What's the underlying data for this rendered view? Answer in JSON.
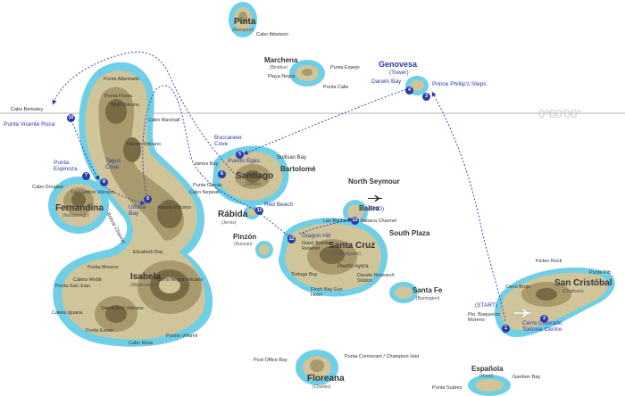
{
  "equator_label": "0º00'00\"",
  "islands": {
    "pinta": {
      "name": "Pinta",
      "alt": "(Abingdon)"
    },
    "marchena": {
      "name": "Marchena",
      "alt": "(Bindloe)"
    },
    "genovesa": {
      "name": "Genovesa",
      "alt": "(Tower)"
    },
    "fernandina": {
      "name": "Fernandina",
      "alt": "(Narborough)"
    },
    "isabela": {
      "name": "Isabela",
      "alt": "(Albemarle)"
    },
    "santiago": {
      "name": "Santiago",
      "alt": "(James)"
    },
    "rabida": {
      "name": "Rábida",
      "alt": "(Jervis)"
    },
    "pinzon": {
      "name": "Pinzón",
      "alt": "(Duncan)"
    },
    "santa_cruz": {
      "name": "Santa Cruz",
      "alt": "(Indefatigable)"
    },
    "santa_fe": {
      "name": "Santa Fe",
      "alt": "(Barrington)"
    },
    "san_cristobal": {
      "name": "San Cristóbal",
      "alt": "(Chatham)"
    },
    "floreana": {
      "name": "Floreana",
      "alt": "(Charles)"
    },
    "espanola": {
      "name": "Española",
      "alt": "(Hood)"
    },
    "baltra": {
      "name": "Baltra"
    },
    "north_seymour": {
      "name": "North Seymour"
    },
    "bartolome": {
      "name": "Bartolomé"
    }
  },
  "places": {
    "cabo_ibbetson": "Cabo Ibbetson",
    "punta_espejo": "Punta Espejo",
    "playa_negra": "Playa Negra",
    "punta_calle": "Punta Calle",
    "punta_albemarle": "Punta Albemarle",
    "punta_flores": "Punta Flores",
    "wolf_volcano": "Wolf Volcano",
    "cabo_berkeley": "Cabo Berkeley",
    "punta_vicente_roca": "Punta Vicente Roca",
    "cabo_marshall": "Cabo Marshall",
    "darwin_volcano": "Darwin Volcano",
    "cabo_douglas": "Cabo Douglas",
    "la_cumbre_volcano": "La Cumbre Volcano",
    "bolivar_channel": "Bolivar Channel",
    "alcedo_volcano": "Alcedo Volcano",
    "james_bay": "James Bay",
    "sullivan_bay": "Sullivan Bay",
    "punta_garcia": "Punta Garcia",
    "cabo_nepean": "Cabo Nepean",
    "elizabeth_bay": "Elizabeth Bay",
    "punta_moreno": "Punta Moreno",
    "caleta_webb": "Caleta Webb",
    "punta_san_juan": "Punta San Juan",
    "caleta_iguana": "Caleta Iguana",
    "sierra_azul_volcano": "Sierra Azul Volcano",
    "cerro_negra_volcano": "Cerro Negra Volcano",
    "punta_essex": "Punta Essex",
    "cabo_rose": "Cabo Rose",
    "puerto_villamil": "Puerto Villamil",
    "south_plaza": "South Plaza",
    "las_bachas": "Las Bachas",
    "itabaca_channel": "Itabaca Channel",
    "giant_tortoise_reserve": "Giant Tortoise Reserve",
    "puerto_ayora": "Puerto Ayora",
    "tortuga_bay": "Tortuga Bay",
    "darwin_research_station": "Darwin Research Station",
    "finch_bay_eco_hotel": "Finch Bay Eco Hotel",
    "kicker_rock": "Kicker Rock",
    "punta_pitt": "Punta Pitt",
    "cerro_brujo": "Cerro Brujo",
    "pto_baquerizo_moreno": "Pto. Baquerizo Moreno",
    "post_office_bay": "Post Office Bay",
    "punta_cormorant": "Punta Cormorant / Champion Islet",
    "gardner_bay": "Gardner Bay",
    "punta_suarez": "Punta Suárez",
    "start": "(START)",
    "end": "(END)"
  },
  "stops": [
    {
      "num": "1",
      "name": "Cerro Colorado Tortoise Centre"
    },
    {
      "num": "2",
      "name": ""
    },
    {
      "num": "3",
      "name": "Prince Phillip's Steps"
    },
    {
      "num": "4",
      "name": "Darwin Bay"
    },
    {
      "num": "5",
      "name": "Buccaneer Cove"
    },
    {
      "num": "6",
      "name": "Puerto Egas"
    },
    {
      "num": "7",
      "name": "Punta Espinoza"
    },
    {
      "num": "8",
      "name": "Tagus Cove"
    },
    {
      "num": "9",
      "name": "Urbina Bay"
    },
    {
      "num": "10",
      "name": ""
    },
    {
      "num": "11",
      "name": "Red Beach"
    },
    {
      "num": "12",
      "name": "Dragon Hill"
    },
    {
      "num": "13",
      "name": ""
    }
  ],
  "colors": {
    "sea_halo": "#6fcfe6",
    "land_low": "#cfc49a",
    "land_mid": "#a89a6c",
    "land_high": "#786a44",
    "route": "#2a3aa6"
  }
}
